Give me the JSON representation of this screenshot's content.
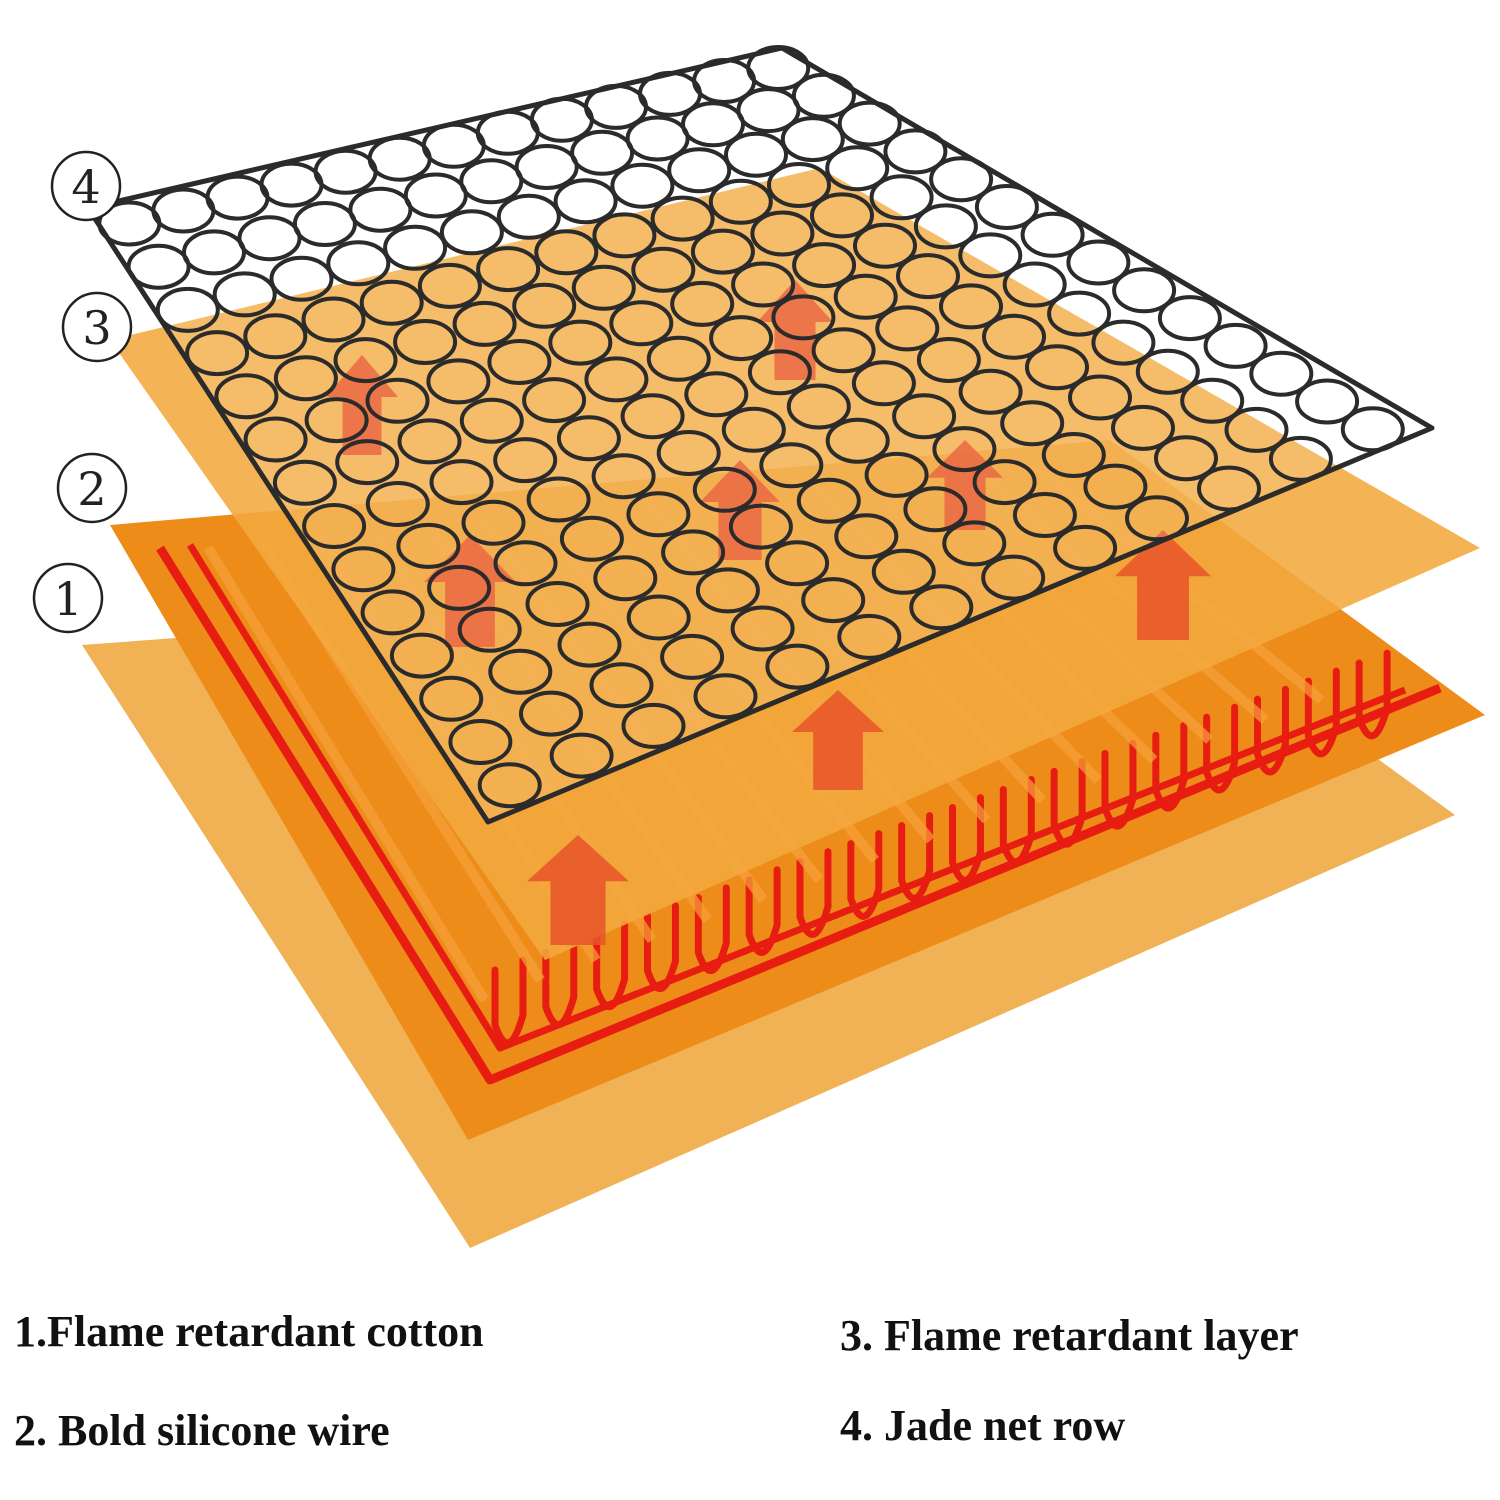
{
  "layers": [
    {
      "id": 1,
      "marker": "1",
      "color": "#f0b254"
    },
    {
      "id": 2,
      "marker": "2",
      "color": "#ee8c1a",
      "wire_color": "#e81d12"
    },
    {
      "id": 3,
      "marker": "3",
      "color": "#f2a93e"
    },
    {
      "id": 4,
      "marker": "4",
      "color": "#ffffff",
      "rim_color": "#2b2b2b"
    }
  ],
  "arrow_color": "#e8542a",
  "legend": {
    "item1": "1.Flame retardant cotton",
    "item2": "2. Bold silicone wire",
    "item3": "3. Flame retardant layer",
    "item4": "4. Jade net row"
  }
}
